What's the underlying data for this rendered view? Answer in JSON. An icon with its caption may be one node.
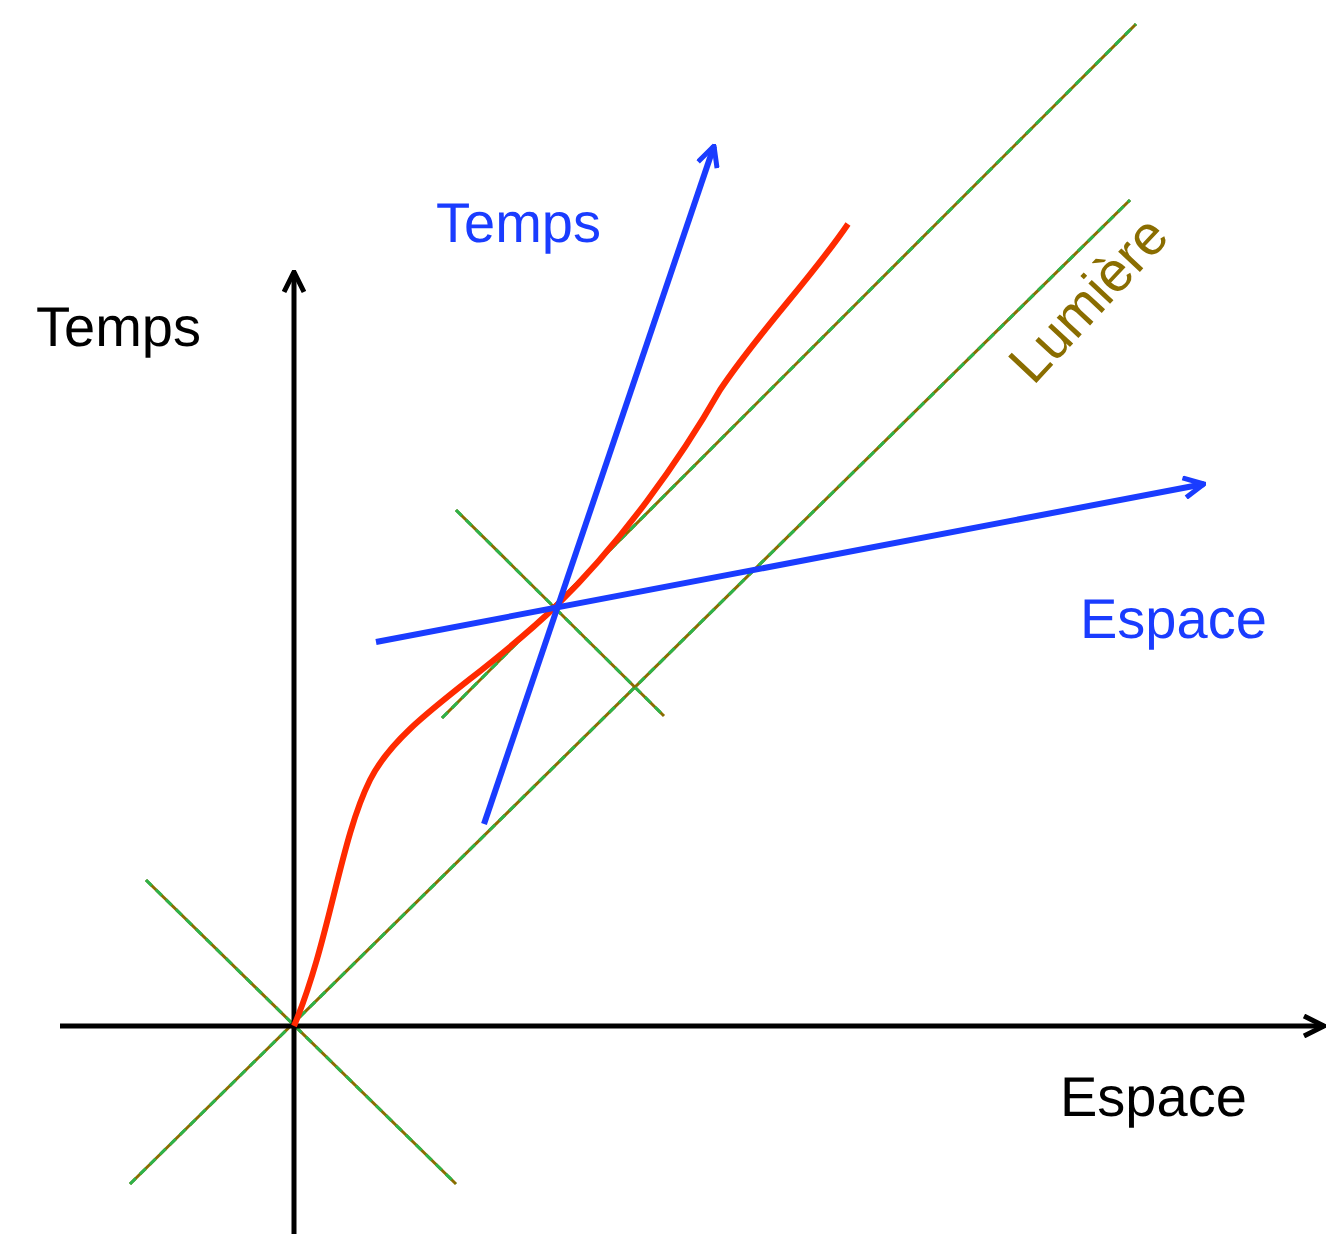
{
  "diagram": {
    "labels": [
      "Temps",
      "Lumière",
      "Temps",
      "Espace",
      "Espace"
    ]
  }
}
